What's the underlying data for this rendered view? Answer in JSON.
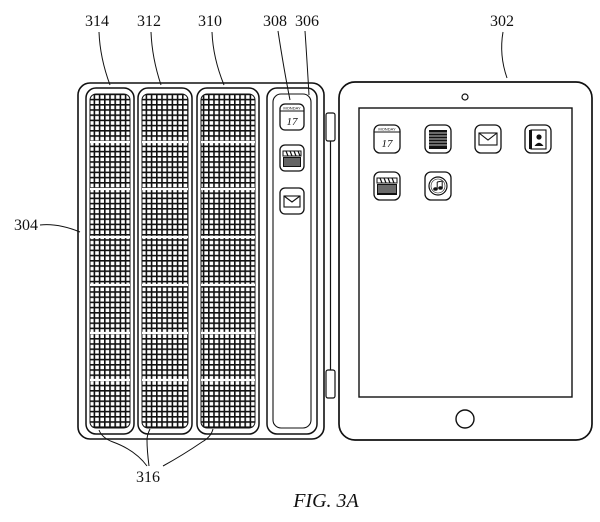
{
  "figure": {
    "caption": "FIG. 3A",
    "reference_numerals": {
      "tablet": "302",
      "cover": "304",
      "cover_spine_panel": "306",
      "spine_icons": "308",
      "panel_first": "310",
      "panel_second": "312",
      "panel_third": "314",
      "grid_sections": "316"
    }
  },
  "spine_icons": [
    "calendar-icon",
    "video-icon",
    "mail-icon"
  ],
  "screen_icons": [
    "calendar-icon",
    "notes-icon",
    "mail-icon",
    "contacts-icon",
    "video-icon",
    "music-icon"
  ],
  "calendar": {
    "month_text": "MONDAY",
    "day": "17"
  }
}
